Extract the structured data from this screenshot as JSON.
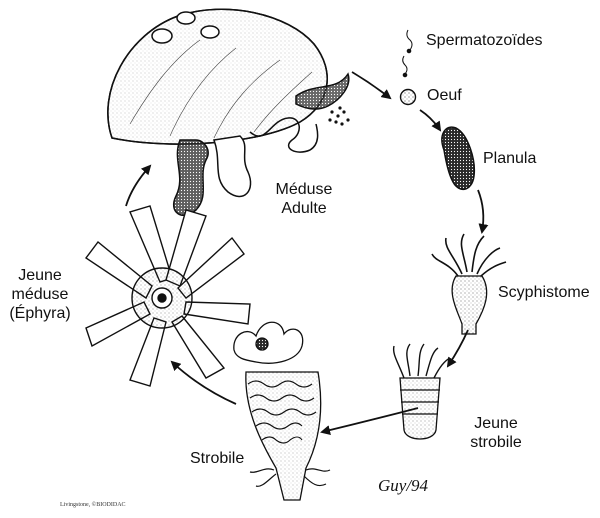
{
  "diagram": {
    "stages": {
      "spermatozoides": "Spermatozoïdes",
      "oeuf": "Oeuf",
      "planula": "Planula",
      "scyphistome": "Scyphistome",
      "jeune_strobile": [
        "Jeune",
        "strobile"
      ],
      "strobile": "Strobile",
      "ephyra": [
        "Jeune",
        "méduse",
        "(Éphyra)"
      ],
      "meduse_adulte": [
        "Méduse",
        "Adulte"
      ]
    },
    "credit": "Livingstone, ©BIODIDAC",
    "signature": "Guy/94"
  },
  "colors": {
    "ink": "#111111",
    "background": "#ffffff"
  }
}
